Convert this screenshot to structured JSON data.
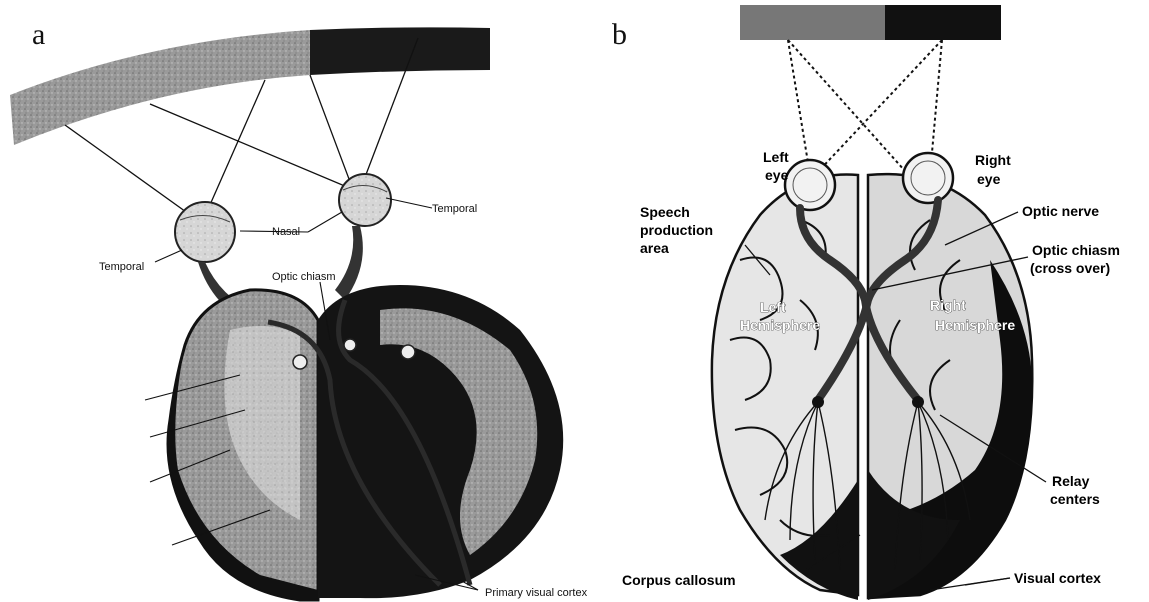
{
  "panel_a": {
    "letter": "a",
    "labels": {
      "temporal_left": "Temporal",
      "nasal": "Nasal",
      "temporal_right": "Temporal",
      "optic_chiasm": "Optic chiasm",
      "primary_visual_cortex": "Primary visual cortex"
    }
  },
  "panel_b": {
    "letter": "b",
    "labels": {
      "left_eye_1": "Left",
      "left_eye_2": "eye",
      "right_eye_1": "Right",
      "right_eye_2": "eye",
      "speech_1": "Speech",
      "speech_2": "production",
      "speech_3": "area",
      "optic_nerve": "Optic nerve",
      "optic_chiasm_1": "Optic chiasm",
      "optic_chiasm_2": "(cross over)",
      "left_hemi_1": "Left",
      "left_hemi_2": "Hemisphere",
      "right_hemi_1": "Right",
      "right_hemi_2": "Hemisphere",
      "relay_1": "Relay",
      "relay_2": "centers",
      "corpus_callosum": "Corpus callosum",
      "visual_cortex": "Visual cortex"
    }
  },
  "colors": {
    "gray_field": "#8a8a8a",
    "dark_field": "#1a1a1a",
    "brain_light": "#b5b5b5",
    "brain_dark": "#0d0d0d"
  }
}
